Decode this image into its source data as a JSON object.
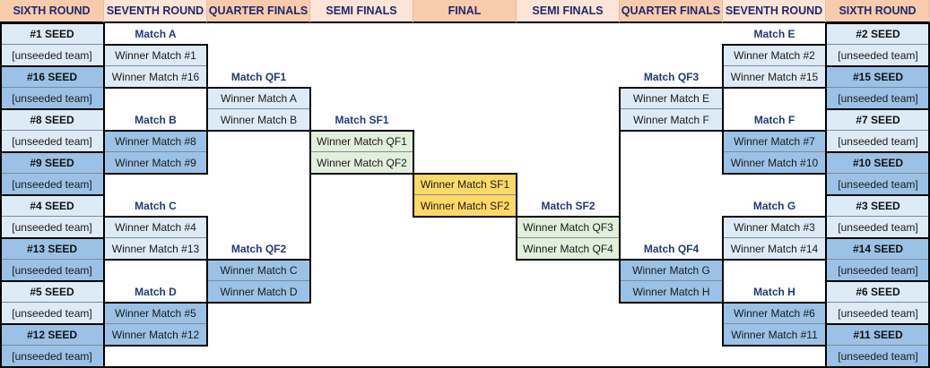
{
  "headers": [
    "SIXTH ROUND",
    "SEVENTH ROUND",
    "QUARTER FINALS",
    "SEMI FINALS",
    "FINAL",
    "SEMI FINALS",
    "QUARTER FINALS",
    "SEVENTH ROUND",
    "SIXTH ROUND"
  ],
  "left": {
    "sixth_round": [
      "#1 SEED",
      "[unseeded team]",
      "#16 SEED",
      "[unseeded team]",
      "#8 SEED",
      "[unseeded team]",
      "#9 SEED",
      "[unseeded team]",
      "#4 SEED",
      "[unseeded team]",
      "#13 SEED",
      "[unseeded team]",
      "#5 SEED",
      "[unseeded team]",
      "#12 SEED",
      "[unseeded team]"
    ],
    "seventh_round": {
      "match_labels": [
        "Match A",
        "Match B",
        "Match C",
        "Match D"
      ],
      "entries": [
        "Winner Match #1",
        "Winner Match #16",
        "Winner Match #8",
        "Winner Match #9",
        "Winner Match #4",
        "Winner Match #13",
        "Winner Match #5",
        "Winner Match #12"
      ]
    },
    "quarter_finals": {
      "match_labels": [
        "Match QF1",
        "Match QF2"
      ],
      "entries": [
        "Winner Match A",
        "Winner Match B",
        "Winner Match C",
        "Winner Match D"
      ]
    },
    "semi_finals": {
      "match_labels": [
        "Match SF1"
      ],
      "entries": [
        "Winner Match QF1",
        "Winner Match QF2"
      ]
    }
  },
  "final": {
    "entries": [
      "Winner Match SF1",
      "Winner Match SF2"
    ]
  },
  "right": {
    "sixth_round": [
      "#2 SEED",
      "[unseeded team]",
      "#15 SEED",
      "[unseeded team]",
      "#7 SEED",
      "[unseeded team]",
      "#10 SEED",
      "[unseeded team]",
      "#3 SEED",
      "[unseeded team]",
      "#14 SEED",
      "[unseeded team]",
      "#6 SEED",
      "[unseeded team]",
      "#11 SEED",
      "[unseeded team]"
    ],
    "seventh_round": {
      "match_labels": [
        "Match E",
        "Match F",
        "Match G",
        "Match H"
      ],
      "entries": [
        "Winner Match #2",
        "Winner Match #15",
        "Winner Match #7",
        "Winner Match #10",
        "Winner Match #3",
        "Winner Match #14",
        "Winner Match #6",
        "Winner Match #11"
      ]
    },
    "quarter_finals": {
      "match_labels": [
        "Match QF3",
        "Match QF4"
      ],
      "entries": [
        "Winner Match E",
        "Winner Match F",
        "Winner Match G",
        "Winner Match H"
      ]
    },
    "semi_finals": {
      "match_labels": [
        "Match SF2"
      ],
      "entries": [
        "Winner Match QF3",
        "Winner Match QF4"
      ]
    }
  },
  "colors": {
    "header_dark": "#f8cbad",
    "header_light": "#fce4d6",
    "light_blue": "#ddebf7",
    "medium_blue": "#9bc2e6",
    "semi_green": "#e2efda",
    "final_yellow": "#ffd966",
    "label_blue": "#1f3a7a"
  }
}
